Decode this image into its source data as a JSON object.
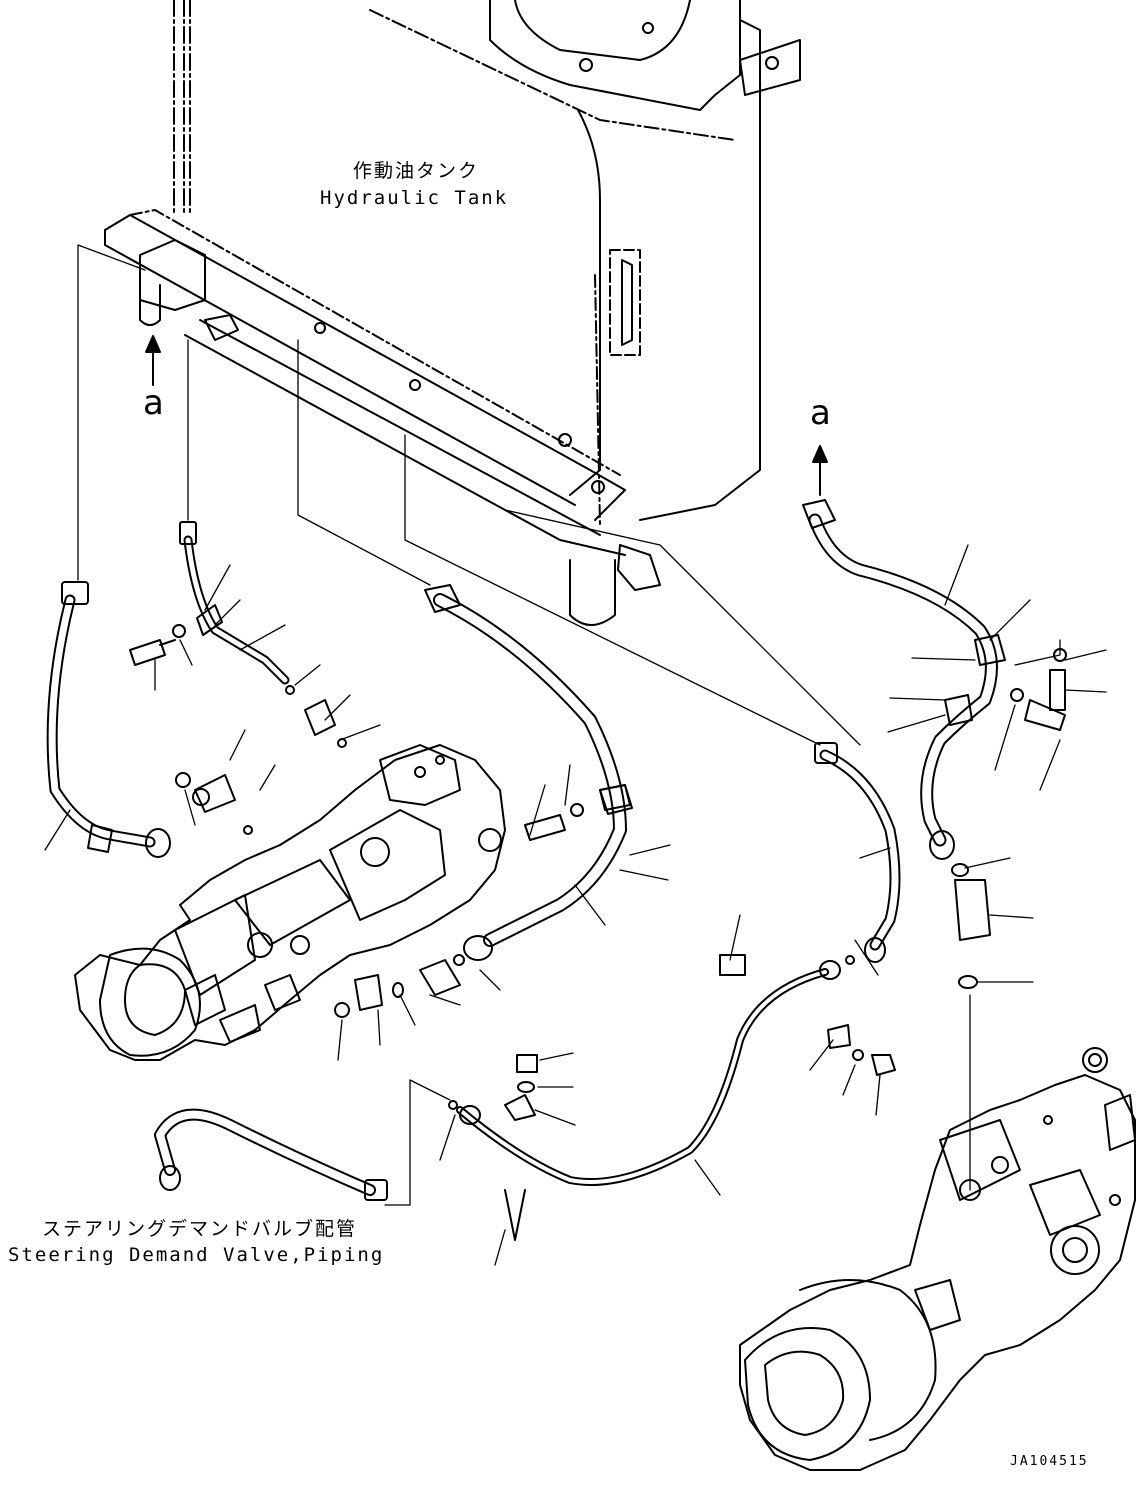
{
  "labels": {
    "tank_jp": "作動油タンク",
    "tank_en": "Hydraulic Tank",
    "steering_jp": "ステアリングデマンドバルブ配管",
    "steering_en": "Steering Demand Valve,Piping",
    "arrow_left": "a",
    "arrow_right": "a",
    "drawing_id": "JA104515"
  },
  "colors": {
    "line": "#000000",
    "background": "#ffffff"
  }
}
